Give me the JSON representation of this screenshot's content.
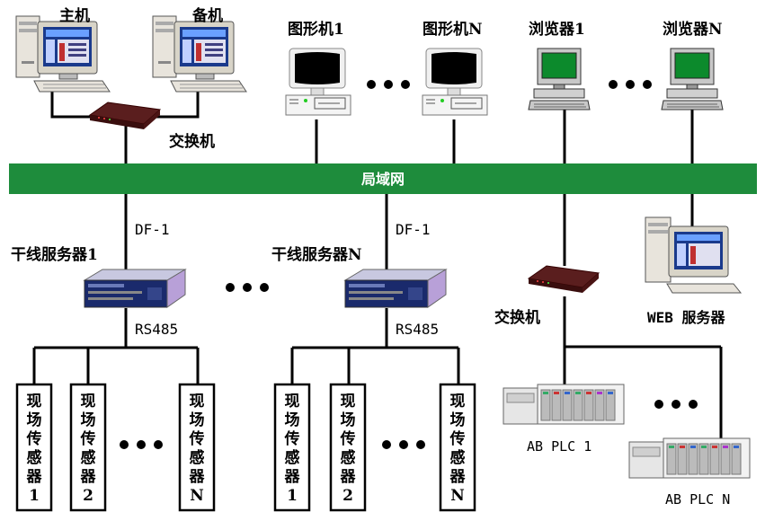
{
  "top": {
    "host_main": "主机",
    "host_backup": "备机",
    "switch_top": "交换机",
    "graphics_1": "图形机1",
    "graphics_n": "图形机N",
    "browser_1": "浏览器1",
    "browser_n": "浏览器N"
  },
  "lan": {
    "label": "局域网",
    "color": "#1e8c3c"
  },
  "trunk": {
    "left": {
      "protocol": "DF-1",
      "name": "干线服务器1",
      "bus": "RS485"
    },
    "right": {
      "protocol": "DF-1",
      "name": "干线服务器N",
      "bus": "RS485"
    }
  },
  "sensors": {
    "group1": [
      {
        "lines": [
          "现",
          "场",
          "传",
          "感",
          "器",
          "1"
        ]
      },
      {
        "lines": [
          "现",
          "场",
          "传",
          "感",
          "器",
          "2"
        ]
      },
      {
        "lines": [
          "现",
          "场",
          "传",
          "感",
          "器",
          "N"
        ]
      }
    ],
    "group2": [
      {
        "lines": [
          "现",
          "场",
          "传",
          "感",
          "器",
          "1"
        ]
      },
      {
        "lines": [
          "现",
          "场",
          "传",
          "感",
          "器",
          "2"
        ]
      },
      {
        "lines": [
          "现",
          "场",
          "传",
          "感",
          "器",
          "N"
        ]
      }
    ]
  },
  "right_side": {
    "switch": "交换机",
    "web_server": "WEB 服务器",
    "plc_1": "AB PLC 1",
    "plc_n": "AB PLC N"
  },
  "icons": {
    "workstation": "workstation-icon",
    "switch": "network-switch-icon",
    "graphics": "graphics-terminal-icon",
    "browser": "browser-terminal-icon",
    "server": "rack-server-icon",
    "plc": "plc-rack-icon",
    "ellipsis": "ellipsis-dots-icon"
  }
}
